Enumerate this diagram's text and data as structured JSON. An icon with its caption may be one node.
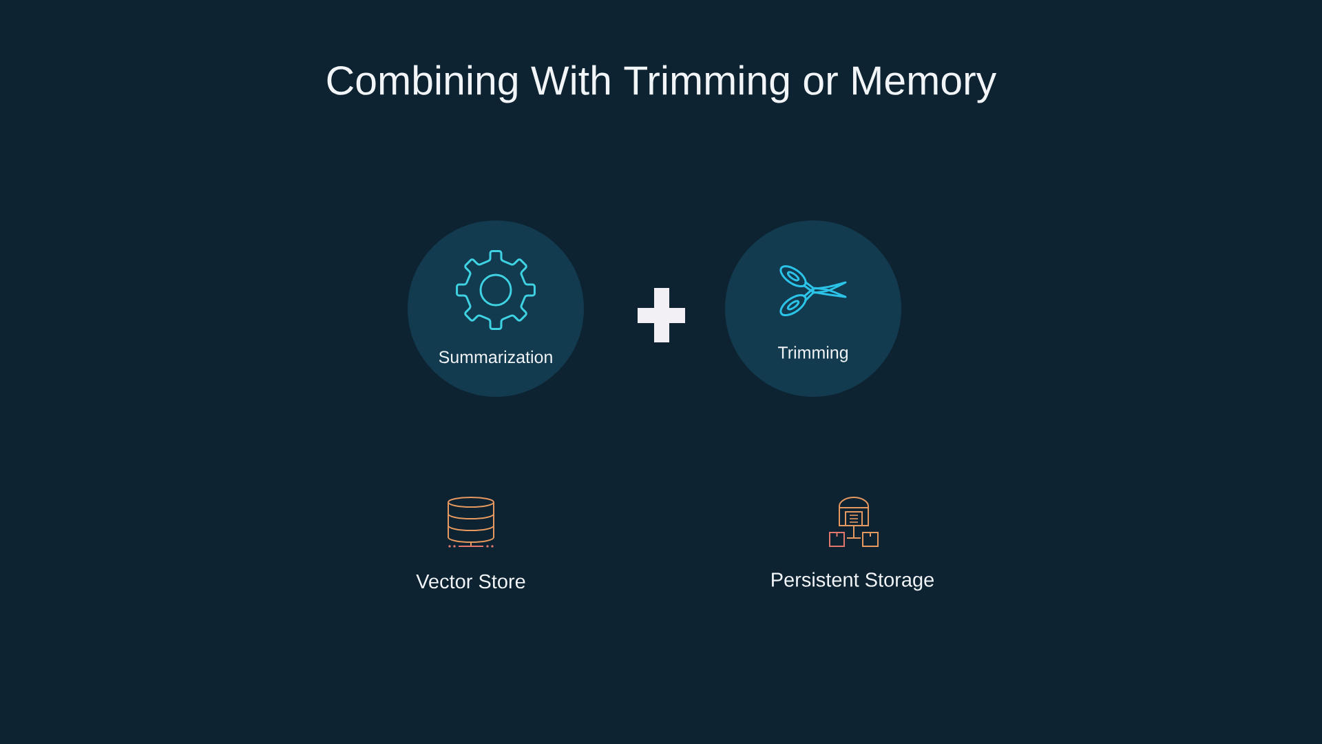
{
  "diagram": {
    "title": "Combining With Trimming or Memory",
    "nodes": [
      {
        "text": [
          "Summarization"
        ]
      },
      {
        "text": [
          "Trimming"
        ]
      }
    ],
    "labels": [
      "Vector Store",
      "Persistent Storage"
    ]
  }
}
